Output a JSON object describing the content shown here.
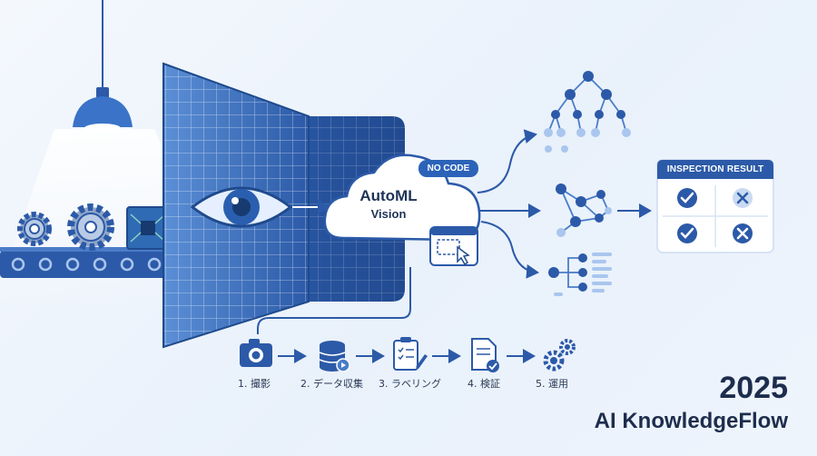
{
  "cloud": {
    "title": "AutoML",
    "subtitle": "Vision"
  },
  "badge": {
    "label": "NO CODE"
  },
  "inspection": {
    "title": "INSPECTION RESULT",
    "results": [
      "check",
      "cross",
      "check",
      "cross"
    ]
  },
  "steps": [
    {
      "label": "1. 撮影",
      "icon": "camera-icon"
    },
    {
      "label": "2. データ収集",
      "icon": "database-icon"
    },
    {
      "label": "3. ラベリング",
      "icon": "clipboard-icon"
    },
    {
      "label": "4. 検証",
      "icon": "document-check-icon"
    },
    {
      "label": "5. 運用",
      "icon": "gears-icon"
    }
  ],
  "footer": {
    "year": "2025",
    "brand": "AI KnowledgeFlow"
  },
  "colors": {
    "primary": "#2c63b8",
    "dark": "#1d2d4d",
    "light": "#dbe8f8"
  }
}
